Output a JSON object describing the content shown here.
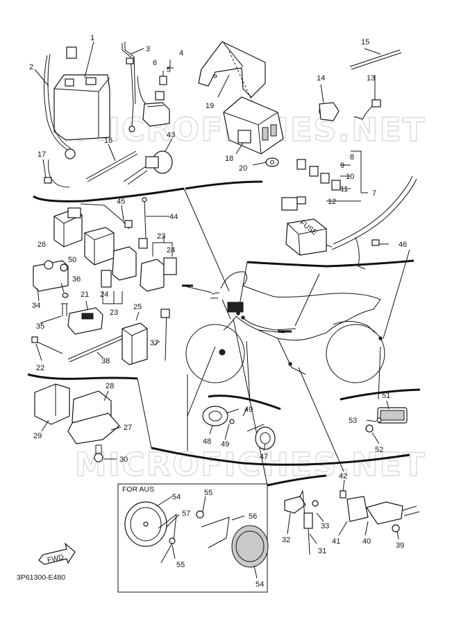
{
  "diagram": {
    "watermark": "MICROFICHES.NET",
    "code": "3P61300-E480",
    "fwd_label": "FWD",
    "fuse_label": "FUSE",
    "aus_box_label": "FOR AUS"
  },
  "callouts": [
    {
      "id": "c1",
      "text": "1"
    },
    {
      "id": "c2",
      "text": "2"
    },
    {
      "id": "c3",
      "text": "3"
    },
    {
      "id": "c4",
      "text": "4"
    },
    {
      "id": "c5",
      "text": "5"
    },
    {
      "id": "c6",
      "text": "6"
    },
    {
      "id": "c7",
      "text": "7"
    },
    {
      "id": "c8",
      "text": "8"
    },
    {
      "id": "c9",
      "text": "9"
    },
    {
      "id": "c10",
      "text": "10"
    },
    {
      "id": "c11",
      "text": "11"
    },
    {
      "id": "c12",
      "text": "12"
    },
    {
      "id": "c13",
      "text": "13"
    },
    {
      "id": "c14",
      "text": "14"
    },
    {
      "id": "c15",
      "text": "15"
    },
    {
      "id": "c16",
      "text": "16"
    },
    {
      "id": "c17",
      "text": "17"
    },
    {
      "id": "c18",
      "text": "18"
    },
    {
      "id": "c19",
      "text": "19"
    },
    {
      "id": "c20",
      "text": "20"
    },
    {
      "id": "c21",
      "text": "21"
    },
    {
      "id": "c22",
      "text": "22"
    },
    {
      "id": "c23a",
      "text": "23"
    },
    {
      "id": "c23b",
      "text": "23"
    },
    {
      "id": "c24a",
      "text": "24"
    },
    {
      "id": "c24b",
      "text": "24"
    },
    {
      "id": "c25",
      "text": "25"
    },
    {
      "id": "c26",
      "text": "26"
    },
    {
      "id": "c27",
      "text": "27"
    },
    {
      "id": "c28",
      "text": "28"
    },
    {
      "id": "c29",
      "text": "29"
    },
    {
      "id": "c30",
      "text": "30"
    },
    {
      "id": "c31",
      "text": "31"
    },
    {
      "id": "c32",
      "text": "32"
    },
    {
      "id": "c33",
      "text": "33"
    },
    {
      "id": "c34",
      "text": "34"
    },
    {
      "id": "c35",
      "text": "35"
    },
    {
      "id": "c36",
      "text": "36"
    },
    {
      "id": "c37",
      "text": "37"
    },
    {
      "id": "c38",
      "text": "38"
    },
    {
      "id": "c39",
      "text": "39"
    },
    {
      "id": "c40",
      "text": "40"
    },
    {
      "id": "c41",
      "text": "41"
    },
    {
      "id": "c42",
      "text": "42"
    },
    {
      "id": "c43",
      "text": "43"
    },
    {
      "id": "c44",
      "text": "44"
    },
    {
      "id": "c45",
      "text": "45"
    },
    {
      "id": "c46",
      "text": "46"
    },
    {
      "id": "c47",
      "text": "47"
    },
    {
      "id": "c48",
      "text": "48"
    },
    {
      "id": "c49a",
      "text": "49"
    },
    {
      "id": "c49b",
      "text": "49"
    },
    {
      "id": "c50",
      "text": "50"
    },
    {
      "id": "c51",
      "text": "51"
    },
    {
      "id": "c52",
      "text": "52"
    },
    {
      "id": "c53",
      "text": "53"
    },
    {
      "id": "c54a",
      "text": "54"
    },
    {
      "id": "c54b",
      "text": "54"
    },
    {
      "id": "c55a",
      "text": "55"
    },
    {
      "id": "c55b",
      "text": "55"
    },
    {
      "id": "c56",
      "text": "56"
    },
    {
      "id": "c57",
      "text": "57"
    }
  ]
}
